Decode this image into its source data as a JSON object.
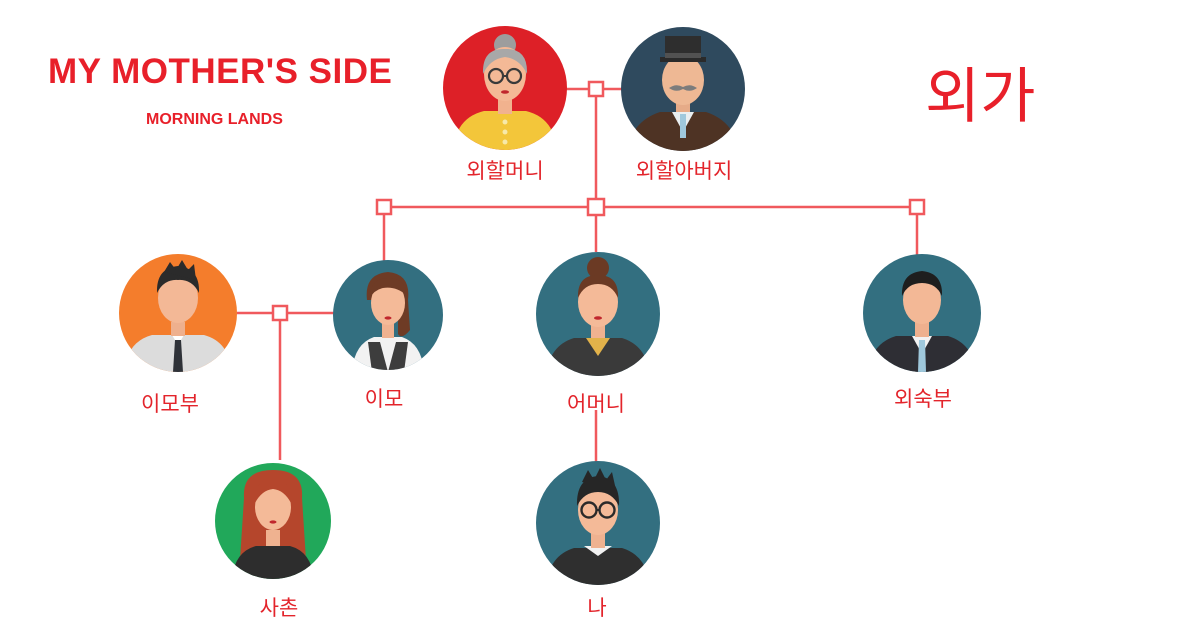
{
  "header": {
    "title": "MY MOTHER'S SIDE",
    "subtitle": "MORNING LANDS",
    "korean_title": "외가"
  },
  "colors": {
    "accent": "#e8202a",
    "line": "#f0595d",
    "teal": "#336f80",
    "red": "#dd2027",
    "navy": "#2f4a5e",
    "orange": "#f47d2c",
    "green": "#21a85a"
  },
  "people": {
    "grandmother": {
      "label": "외할머니",
      "bg": "red"
    },
    "grandfather": {
      "label": "외할아버지",
      "bg": "navy"
    },
    "aunt_husband": {
      "label": "이모부",
      "bg": "orange"
    },
    "aunt": {
      "label": "이모",
      "bg": "teal"
    },
    "mother": {
      "label": "어머니",
      "bg": "teal"
    },
    "uncle": {
      "label": "외숙부",
      "bg": "teal"
    },
    "cousin": {
      "label": "사촌",
      "bg": "green"
    },
    "me": {
      "label": "나",
      "bg": "teal"
    }
  }
}
